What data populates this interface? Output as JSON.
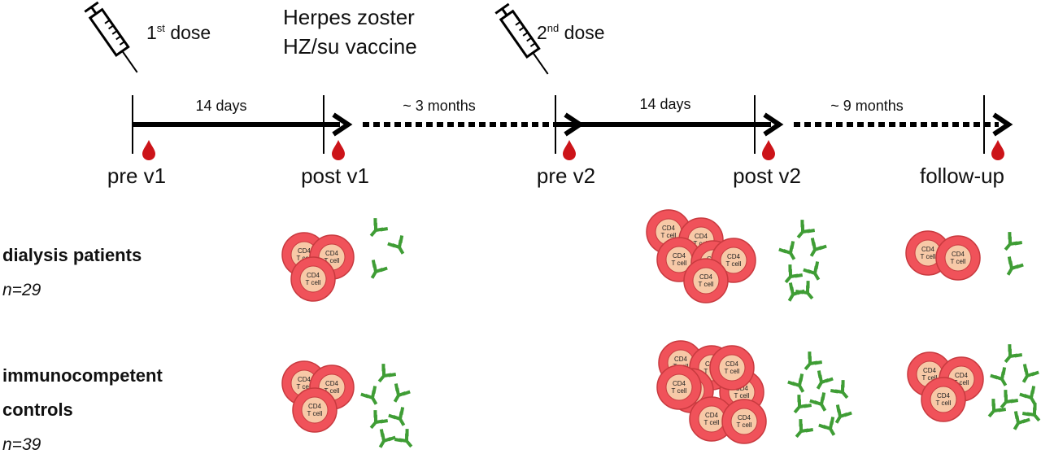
{
  "title": {
    "line1": "Herpes zoster",
    "line2": "HZ/su vaccine"
  },
  "doses": [
    {
      "ordinal": "1",
      "suffix": "st",
      "label": "dose"
    },
    {
      "ordinal": "2",
      "suffix": "nd",
      "label": "dose"
    }
  ],
  "intervals": [
    {
      "label": "14 days",
      "style": "solid"
    },
    {
      "label": "~ 3 months",
      "style": "dotted"
    },
    {
      "label": "14 days",
      "style": "solid"
    },
    {
      "label": "~ 9 months",
      "style": "dotted"
    }
  ],
  "timepoints": [
    "pre v1",
    "post v1",
    "pre v2",
    "post v2",
    "follow-up"
  ],
  "cell_label": {
    "line1": "CD4",
    "line2": "T cell"
  },
  "groups": [
    {
      "name": [
        "dialysis patients"
      ],
      "n": "n=29",
      "responses": [
        {
          "timepoint": "post v1",
          "t_cells": 3,
          "antibodies": 3
        },
        {
          "timepoint": "post v2",
          "t_cells": 6,
          "antibodies": 7
        },
        {
          "timepoint": "follow-up",
          "t_cells": 2,
          "antibodies": 2
        }
      ]
    },
    {
      "name": [
        "immunocompetent",
        "controls"
      ],
      "n": "n=39",
      "responses": [
        {
          "timepoint": "post v1",
          "t_cells": 3,
          "antibodies": 7
        },
        {
          "timepoint": "post v2",
          "t_cells": 8,
          "antibodies": 9
        },
        {
          "timepoint": "follow-up",
          "t_cells": 3,
          "antibodies": 8
        }
      ]
    }
  ],
  "colors": {
    "cell_outer": "#f0525a",
    "cell_inner": "#f7c9a7",
    "cell_stroke": "#c83a3f",
    "antibody": "#3f9d35",
    "blood_drop": "#cc1419",
    "arrow": "#000000"
  }
}
